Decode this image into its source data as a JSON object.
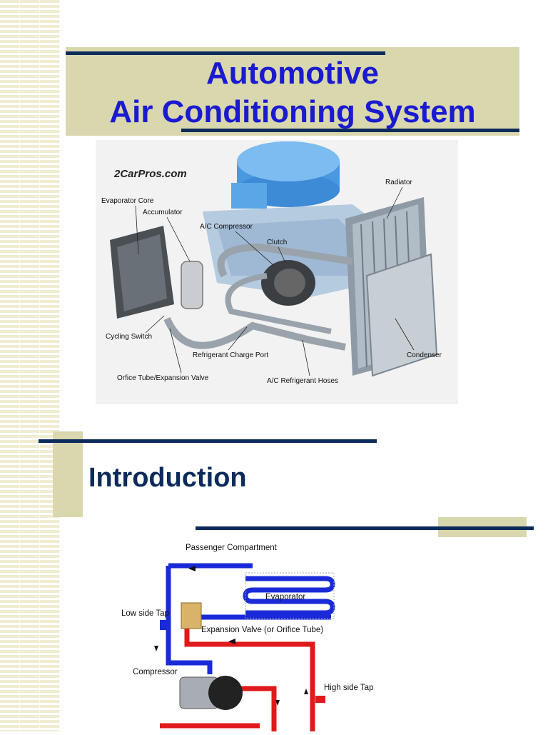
{
  "slide1": {
    "title_line1": "Automotive",
    "title_line2": "Air Conditioning System",
    "image": {
      "watermark": "2CarPros.com",
      "labels": {
        "evaporator_core": "Evaporator Core",
        "accumulator": "Accumulator",
        "ac_compressor": "A/C Compressor",
        "clutch": "Clutch",
        "radiator": "Radiator",
        "cycling_switch": "Cycling Switch",
        "refrigerant_charge_port": "Refrigerant Charge Port",
        "orifice_tube": "Orfice Tube/Expansion Valve",
        "refrigerant_hoses": "A/C Refrigerant Hoses",
        "condenser": "Condenser"
      }
    }
  },
  "slide2": {
    "heading": "Introduction",
    "diagram": {
      "passenger_compartment": "Passenger Compartment",
      "evaporator": "Evaporator",
      "low_side_tap": "Low side Tap",
      "expansion_valve": "Expansion Valve (or Orifice Tube)",
      "compressor": "Compressor",
      "high_side_tap": "High side Tap"
    }
  },
  "colors": {
    "accent_navy": "#0d2b5a",
    "title_blue": "#1a1ad0",
    "box_tan": "#d9d7ae",
    "low_side_blue": "#1a2ad8",
    "high_side_red": "#e01a1a"
  }
}
